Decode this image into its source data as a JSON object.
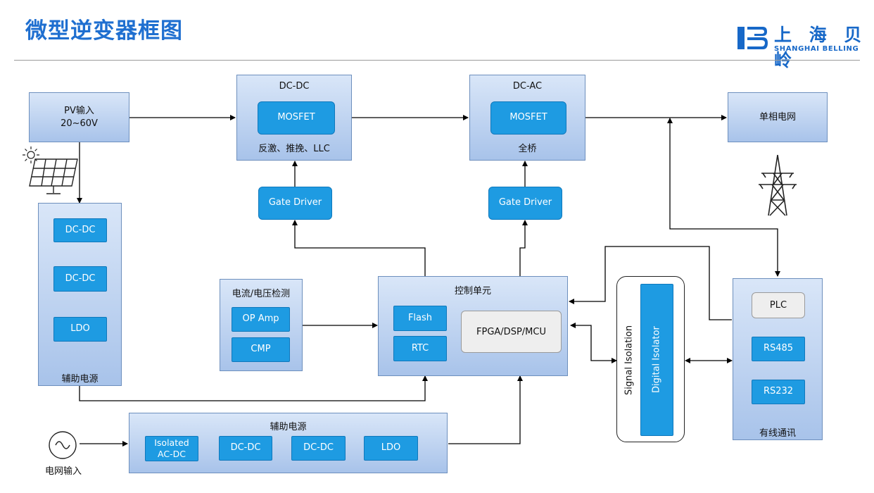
{
  "header": {
    "title": "微型逆变器框图",
    "logo_cn": "上 海 贝 岭",
    "logo_en": "SHANGHAI BELLING"
  },
  "pv_input": {
    "label": "PV输入\n20~60V"
  },
  "dcdc_stage": {
    "title": "DC-DC",
    "mosfet": "MOSFET",
    "caption": "反激、推挽、LLC",
    "gate_driver": "Gate Driver"
  },
  "dcac_stage": {
    "title": "DC-AC",
    "mosfet": "MOSFET",
    "caption": "全桥",
    "gate_driver": "Gate Driver"
  },
  "grid": {
    "label": "单相电网"
  },
  "aux_power_left": {
    "blocks": [
      "DC-DC",
      "DC-DC",
      "LDO"
    ],
    "caption": "辅助电源"
  },
  "sensing": {
    "title": "电流/电压检测",
    "op_amp": "OP Amp",
    "cmp": "CMP"
  },
  "control_unit": {
    "title": "控制单元",
    "flash": "Flash",
    "rtc": "RTC",
    "processor": "FPGA/DSP/MCU"
  },
  "isolation": {
    "signal_label": "Signal Isolation",
    "digital_label": "Digital Isolator"
  },
  "wired_comm": {
    "plc": "PLC",
    "rs485": "RS485",
    "rs232": "RS232",
    "caption": "有线通讯"
  },
  "aux_power_bottom": {
    "title": "辅助电源",
    "blocks": [
      "Isolated\nAC-DC",
      "DC-DC",
      "DC-DC",
      "LDO"
    ]
  },
  "grid_input": {
    "label": "电网输入"
  },
  "icons": {
    "sun": "sun-icon",
    "solar_panel": "solar-panel-icon",
    "tower": "transmission-tower-icon",
    "ac_source": "ac-source-icon"
  },
  "colors": {
    "title_blue": "#1f6fd0",
    "block_blue": "#1e9be2",
    "panel_top": "#d9e6f8",
    "panel_bottom": "#a8c3ea"
  }
}
